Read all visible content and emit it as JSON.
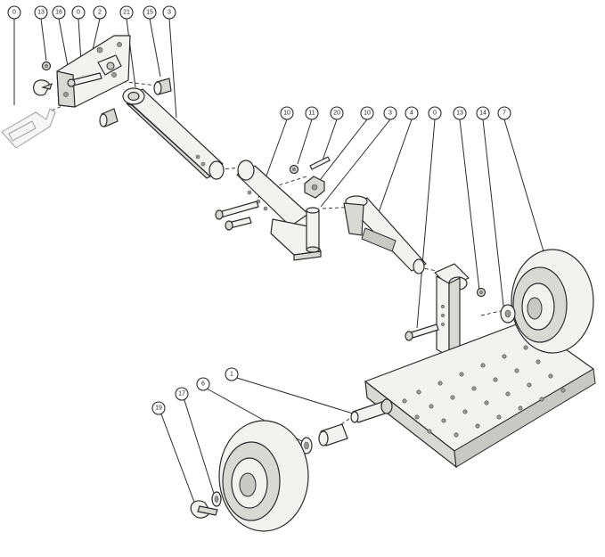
{
  "callouts": [
    {
      "id": "c-left-0",
      "text": "0"
    },
    {
      "id": "c-13",
      "text": "13"
    },
    {
      "id": "c-16",
      "text": "16"
    },
    {
      "id": "c-0b",
      "text": "0"
    },
    {
      "id": "c-2",
      "text": "2"
    },
    {
      "id": "c-21",
      "text": "21"
    },
    {
      "id": "c-15",
      "text": "15"
    },
    {
      "id": "c-3",
      "text": "3"
    },
    {
      "id": "c-10a",
      "text": "10"
    },
    {
      "id": "c-11",
      "text": "11"
    },
    {
      "id": "c-20",
      "text": "20"
    },
    {
      "id": "c-10b",
      "text": "10"
    },
    {
      "id": "c-3b",
      "text": "3"
    },
    {
      "id": "c-4",
      "text": "4"
    },
    {
      "id": "c-0c",
      "text": "0"
    },
    {
      "id": "c-13b",
      "text": "13"
    },
    {
      "id": "c-14",
      "text": "14"
    },
    {
      "id": "c-7",
      "text": "7"
    },
    {
      "id": "c-1",
      "text": "1"
    },
    {
      "id": "c-6",
      "text": "6"
    },
    {
      "id": "c-19",
      "text": "19"
    },
    {
      "id": "c-17",
      "text": "17"
    }
  ]
}
